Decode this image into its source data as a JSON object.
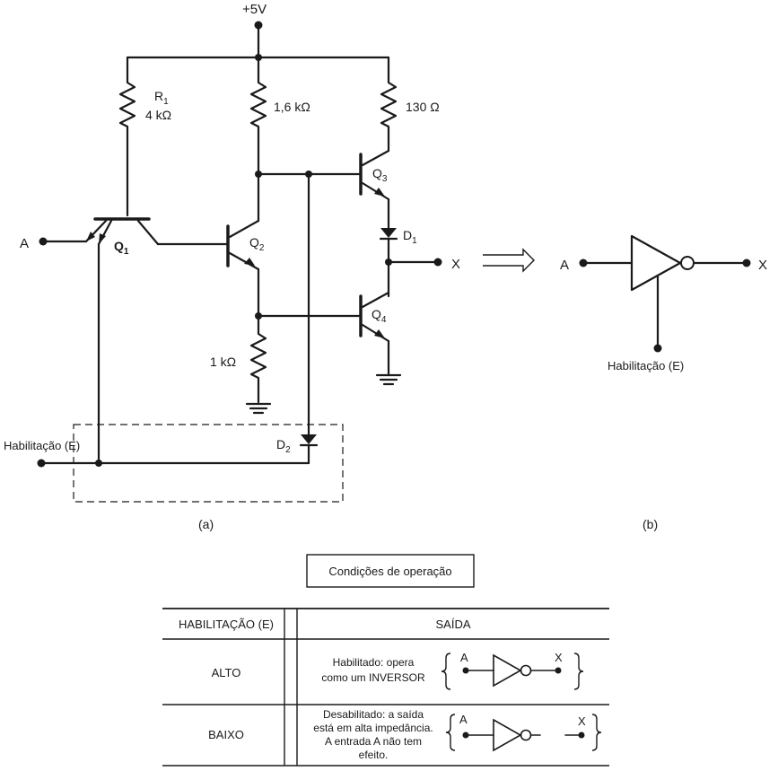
{
  "circuit_a": {
    "supply": "+5V",
    "r1_name": "R",
    "r1_sub": "1",
    "r1_value": "4 kΩ",
    "r2_value": "1,6 kΩ",
    "r3_value": "130 Ω",
    "r4_value": "1 kΩ",
    "q1": "Q",
    "q1_sub": "1",
    "q2": "Q",
    "q2_sub": "2",
    "q3": "Q",
    "q3_sub": "3",
    "q4": "Q",
    "q4_sub": "4",
    "d1": "D",
    "d1_sub": "1",
    "d2": "D",
    "d2_sub": "2",
    "input_a": "A",
    "output_x": "X",
    "enable": "Habilitação (E)",
    "caption": "(a)"
  },
  "symbol_b": {
    "input_a": "A",
    "output_x": "X",
    "enable": "Habilitação (E)",
    "caption": "(b)"
  },
  "table": {
    "title": "Condições de operação",
    "col_enable": "HABILITAÇÃO (E)",
    "col_output": "SAÍDA",
    "rows": [
      {
        "enable": "ALTO",
        "desc1": "Habilitado: opera",
        "desc2": "como um INVERSOR",
        "a": "A",
        "x": "X"
      },
      {
        "enable": "BAIXO",
        "desc1": "Desabilitado: a saída",
        "desc2": "está em alta impedância.",
        "desc3": "A entrada A não tem",
        "desc4": "efeito.",
        "a": "A",
        "x": "X"
      }
    ]
  }
}
